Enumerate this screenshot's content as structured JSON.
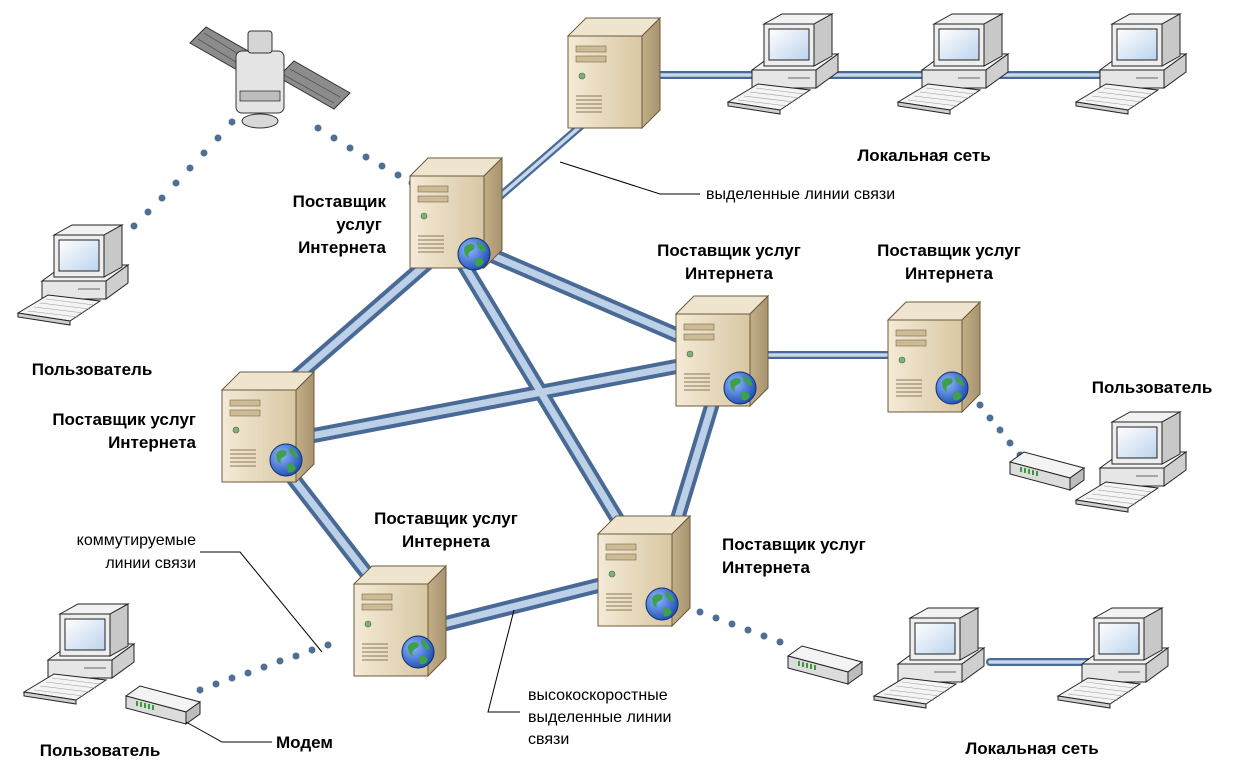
{
  "labels": {
    "local_net_top": "Локальная сеть",
    "dedicated_lines": "выделенные линии связи",
    "isp_top": [
      "Поставщик",
      "услуг",
      "Интернета"
    ],
    "isp_mid": [
      "Поставщик услуг",
      "Интернета"
    ],
    "isp_right": [
      "Поставщик услуг",
      "Интернета"
    ],
    "isp_left": [
      "Поставщик услуг",
      "Интернета"
    ],
    "isp_bottom_left": [
      "Поставщик услуг",
      "Интернета"
    ],
    "isp_bottom_right": [
      "Поставщик услуг",
      "Интернета"
    ],
    "user_left": "Пользователь",
    "user_right": "Пользователь",
    "user_bottom": "Пользователь",
    "dialup_lines": [
      "коммутируемые",
      "линии связи"
    ],
    "modem": "Модем",
    "highspeed_lines": [
      "высокоскоростные",
      "выделенные линии",
      "связи"
    ],
    "local_net_bottom": "Локальная сеть"
  },
  "colors": {
    "link_dark": "#4a6a96",
    "link_light": "#b9cde6",
    "dots": "#4f6f95",
    "server_face": "#e9dcc1",
    "server_side": "#c9b894",
    "screen": "#5a8fd0",
    "globe": "#2a5fc4"
  }
}
